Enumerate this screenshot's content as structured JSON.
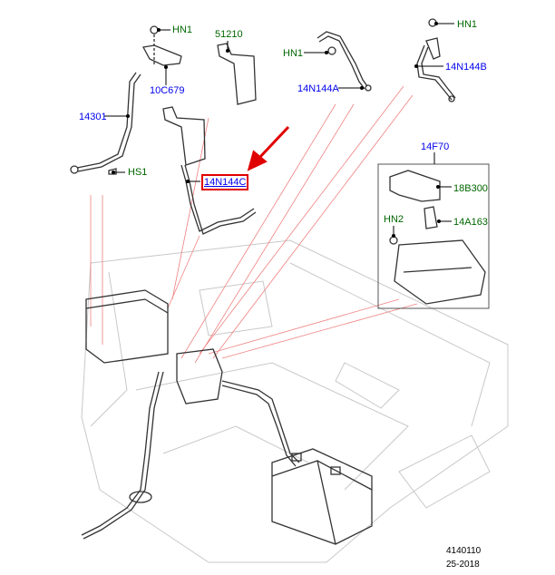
{
  "diagram": {
    "part_labels": [
      {
        "id": "hn1-a",
        "text": "HN1",
        "kind": "hardware"
      },
      {
        "id": "51210",
        "text": "51210",
        "kind": "hardware"
      },
      {
        "id": "10c679",
        "text": "10C679",
        "kind": "part"
      },
      {
        "id": "14301",
        "text": "14301",
        "kind": "part"
      },
      {
        "id": "hs1",
        "text": "HS1",
        "kind": "hardware"
      },
      {
        "id": "14n144c",
        "text": "14N144C",
        "kind": "part",
        "highlighted": true
      },
      {
        "id": "hn1-b",
        "text": "HN1",
        "kind": "hardware"
      },
      {
        "id": "14n144a",
        "text": "14N144A",
        "kind": "part"
      },
      {
        "id": "hn1-c",
        "text": "HN1",
        "kind": "hardware"
      },
      {
        "id": "14n144b",
        "text": "14N144B",
        "kind": "part"
      },
      {
        "id": "14f70",
        "text": "14F70",
        "kind": "part"
      },
      {
        "id": "18b300",
        "text": "18B300",
        "kind": "hardware"
      },
      {
        "id": "hn2",
        "text": "HN2",
        "kind": "hardware"
      },
      {
        "id": "14a163",
        "text": "14A163",
        "kind": "hardware"
      }
    ],
    "footer": {
      "code": "4140110",
      "date": "25-2018"
    },
    "colors": {
      "part_link": "#0000ee",
      "hardware": "#006600",
      "highlight": "#e00000",
      "callout_lines": "#f08080"
    }
  }
}
